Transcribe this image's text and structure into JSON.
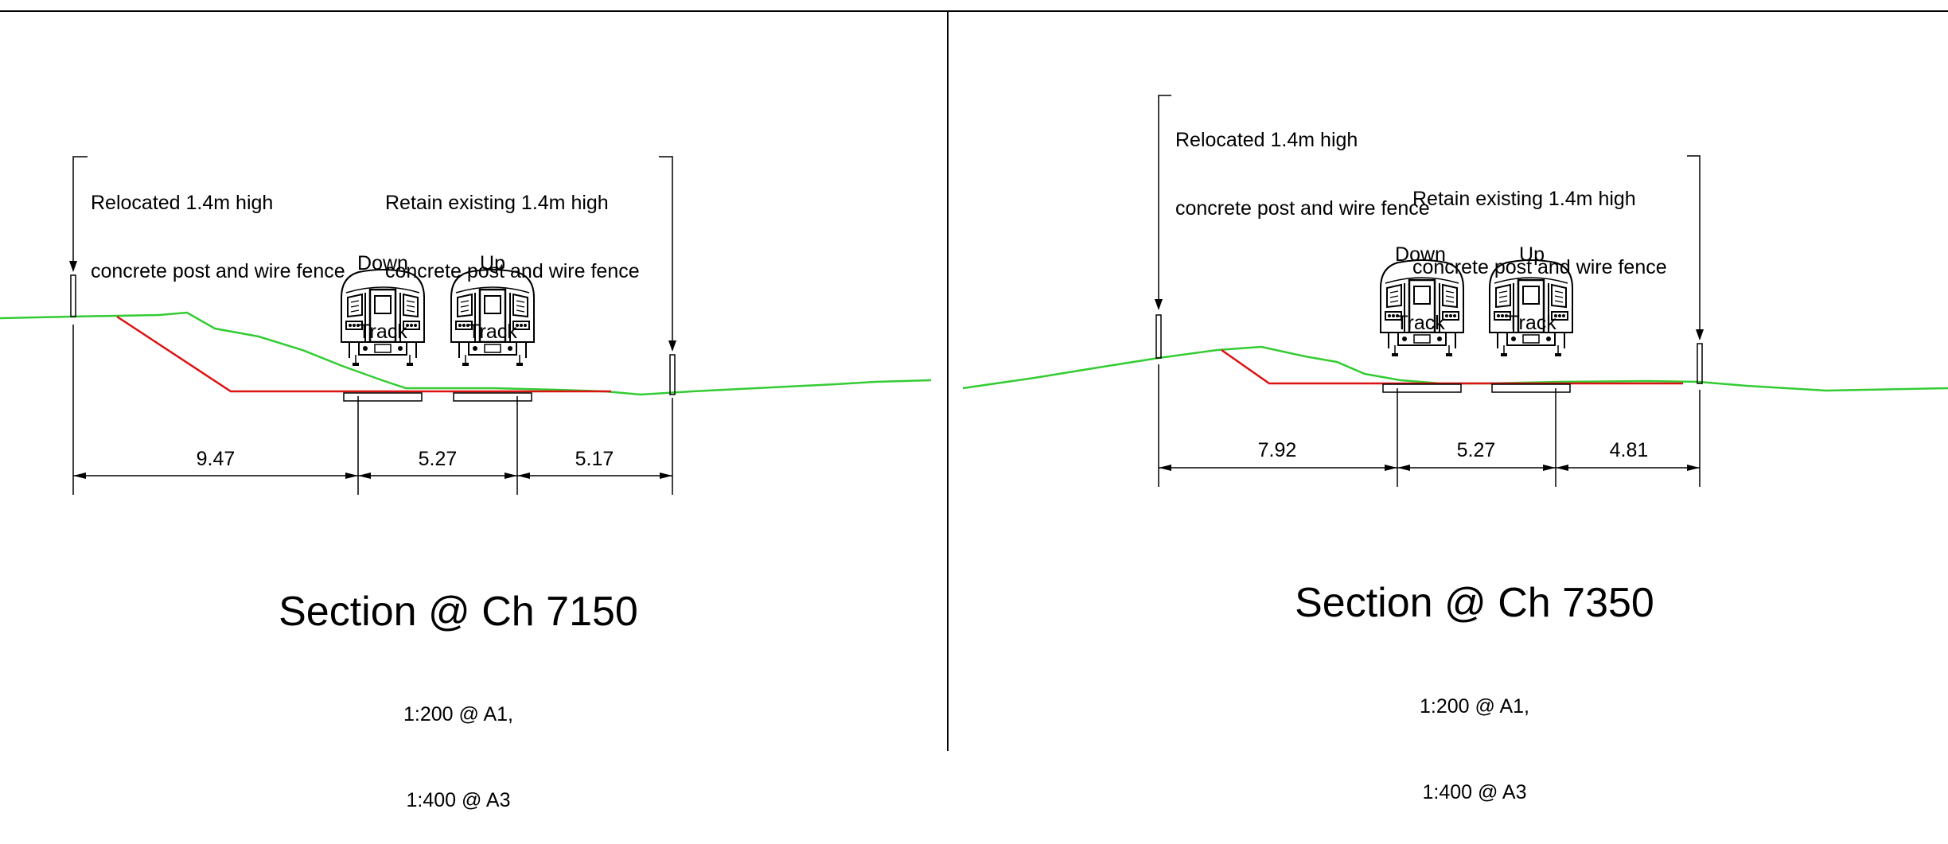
{
  "sheets": [
    {
      "title": "Section @ Ch 7150",
      "scale_lines": [
        "1:200 @ A1,",
        "1:400 @ A3"
      ],
      "notes": {
        "left_fence": [
          "Relocated 1.4m high",
          "concrete post and wire fence"
        ],
        "right_fence": [
          "Retain existing 1.4m high",
          "concrete post and wire fence"
        ]
      },
      "tracks": [
        {
          "name": "Down Track",
          "lines": [
            "Down",
            "Track"
          ]
        },
        {
          "name": "Up Track",
          "lines": [
            "Up",
            "Track"
          ]
        }
      ],
      "dimensions": [
        "9.47",
        "5.27",
        "5.17"
      ]
    },
    {
      "title": "Section @ Ch 7350",
      "scale_lines": [
        "1:200 @ A1,",
        "1:400 @ A3"
      ],
      "notes": {
        "left_fence": [
          "Relocated 1.4m high",
          "concrete post and wire fence"
        ],
        "right_fence": [
          "Retain existing 1.4m high",
          "concrete post and wire fence"
        ]
      },
      "tracks": [
        {
          "name": "Down Track",
          "lines": [
            "Down",
            "Track"
          ]
        },
        {
          "name": "Up Track",
          "lines": [
            "Up",
            "Track"
          ]
        }
      ],
      "dimensions": [
        "7.92",
        "5.27",
        "4.81"
      ]
    }
  ],
  "colors": {
    "existing_ground": "#33cc33",
    "proposed_formation": "#dd1111",
    "linework": "#000000",
    "background": "#ffffff"
  }
}
